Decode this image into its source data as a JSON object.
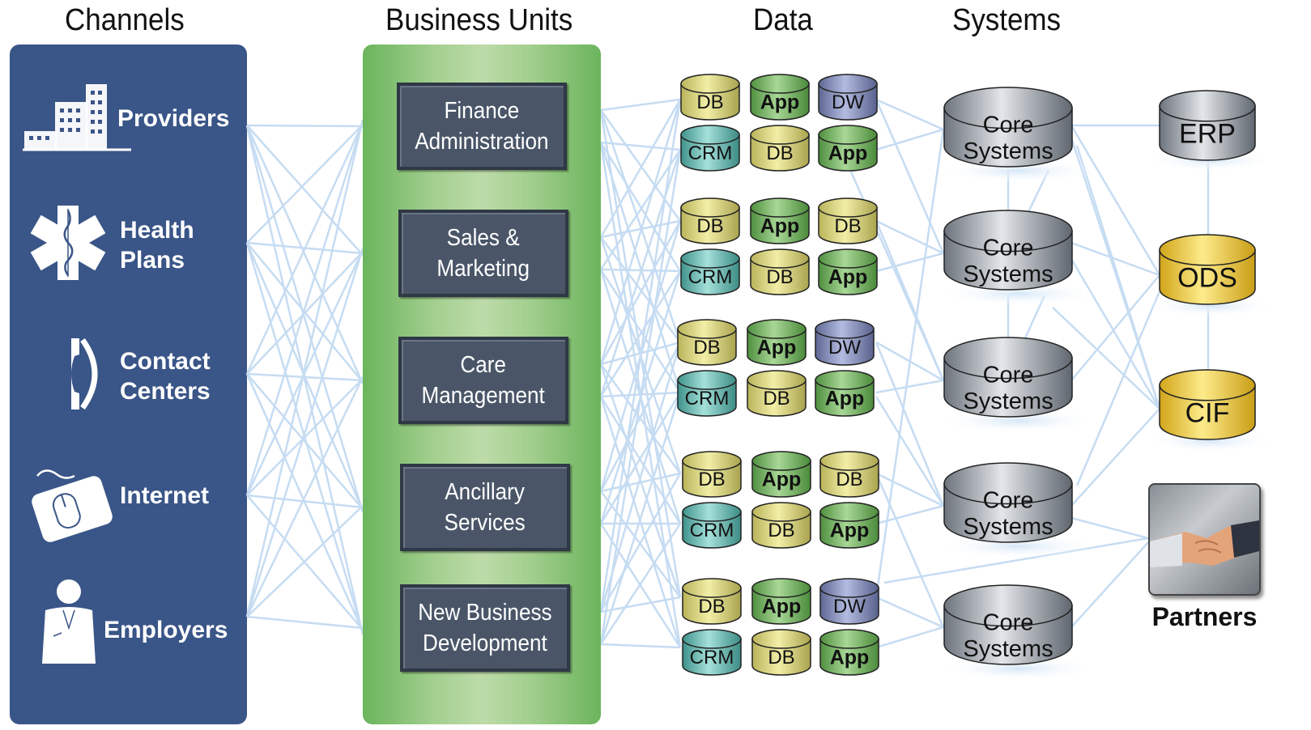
{
  "headings": {
    "channels": "Channels",
    "business_units": "Business Units",
    "data": "Data",
    "systems": "Systems"
  },
  "channels": [
    {
      "label": "Providers",
      "icon": "building-icon"
    },
    {
      "label": "Health\nPlans",
      "icon": "star-of-life-icon"
    },
    {
      "label": "Contact\nCenters",
      "icon": "phone-handset-icon"
    },
    {
      "label": "Internet",
      "icon": "mouse-icon"
    },
    {
      "label": "Employers",
      "icon": "person-icon"
    }
  ],
  "business_units": [
    "Finance\nAdministration",
    "Sales &\nMarketing",
    "Care\nManagement",
    "Ancillary\nServices",
    "New Business\nDevelopment"
  ],
  "data_groups": [
    {
      "top": [
        "DB",
        "App",
        "DW"
      ],
      "bottom": [
        "CRM",
        "DB",
        "App"
      ]
    },
    {
      "top": [
        "DB",
        "App",
        "DB"
      ],
      "bottom": [
        "CRM",
        "DB",
        "App"
      ]
    },
    {
      "top": [
        "DB",
        "App",
        "DW"
      ],
      "bottom": [
        "CRM",
        "DB",
        "App"
      ]
    },
    {
      "top": [
        "DB",
        "App",
        "DB"
      ],
      "bottom": [
        "CRM",
        "DB",
        "App"
      ]
    },
    {
      "top": [
        "DB",
        "App",
        "DW"
      ],
      "bottom": [
        "CRM",
        "DB",
        "App"
      ]
    }
  ],
  "core_systems": [
    "Core\nSystems",
    "Core\nSystems",
    "Core\nSystems",
    "Core\nSystems",
    "Core\nSystems"
  ],
  "enterprise": {
    "erp": "ERP",
    "ods": "ODS",
    "cif": "CIF"
  },
  "partners": {
    "label": "Partners",
    "icon": "handshake-icon"
  },
  "colors": {
    "channel_panel": "#3a5587",
    "db": "#e4e08a",
    "app": "#8cc47a",
    "dw": "#8e98c2",
    "crm": "#7cc7c0",
    "grey": "#a3aab2",
    "gold": "#f5d53c",
    "line": "#c6dcf2"
  }
}
